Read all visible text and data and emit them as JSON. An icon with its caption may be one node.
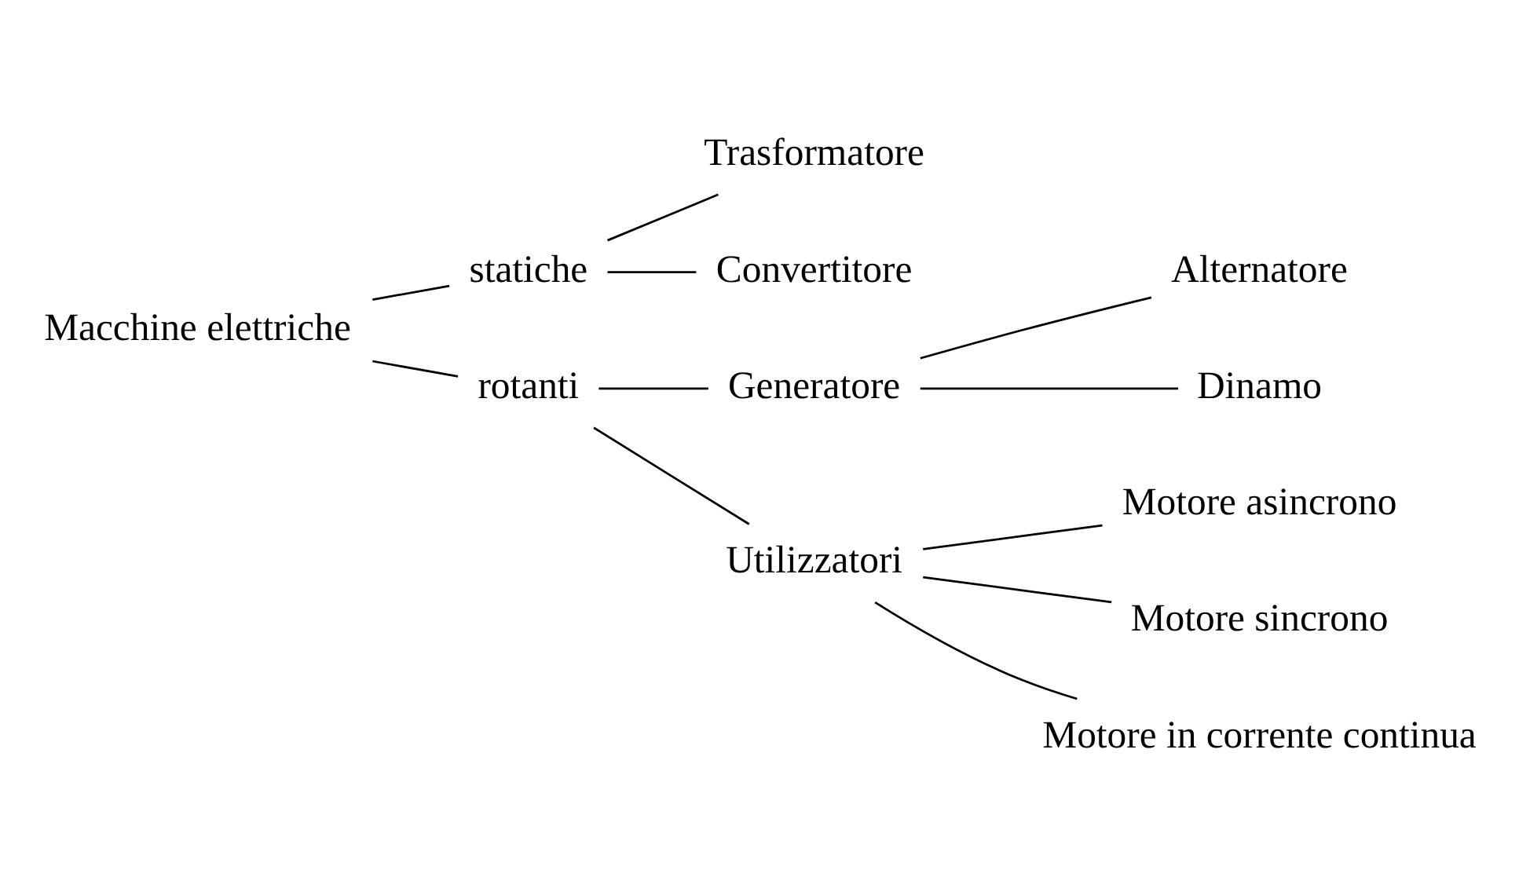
{
  "diagram": {
    "nodes": [
      {
        "text": [
          "Macchine elettriche"
        ]
      },
      {
        "text": [
          "statiche"
        ]
      },
      {
        "text": [
          "Trasformatore"
        ]
      },
      {
        "text": [
          "Convertitore"
        ]
      },
      {
        "text": [
          "rotanti"
        ]
      },
      {
        "text": [
          "Generatore"
        ]
      },
      {
        "text": [
          "Alternatore"
        ]
      },
      {
        "text": [
          "Dinamo"
        ]
      },
      {
        "text": [
          "Utilizzatori"
        ]
      },
      {
        "text": [
          "Motore asincrono"
        ]
      },
      {
        "text": [
          "Motore sincrono"
        ]
      },
      {
        "text": [
          "Motore in corrente continua"
        ]
      }
    ],
    "edges": [
      {
        "from": 0,
        "to": 1,
        "arrow": "none"
      },
      {
        "from": 0,
        "to": 4,
        "arrow": "none"
      },
      {
        "from": 1,
        "to": 2,
        "arrow": "none"
      },
      {
        "from": 1,
        "to": 3,
        "arrow": "none"
      },
      {
        "from": 4,
        "to": 5,
        "arrow": "none"
      },
      {
        "from": 4,
        "to": 8,
        "arrow": "none"
      },
      {
        "from": 5,
        "to": 6,
        "arrow": "none"
      },
      {
        "from": 5,
        "to": 7,
        "arrow": "none"
      },
      {
        "from": 8,
        "to": 9,
        "arrow": "none"
      },
      {
        "from": 8,
        "to": 10,
        "arrow": "none"
      },
      {
        "from": 8,
        "to": 11,
        "arrow": "none"
      }
    ]
  }
}
